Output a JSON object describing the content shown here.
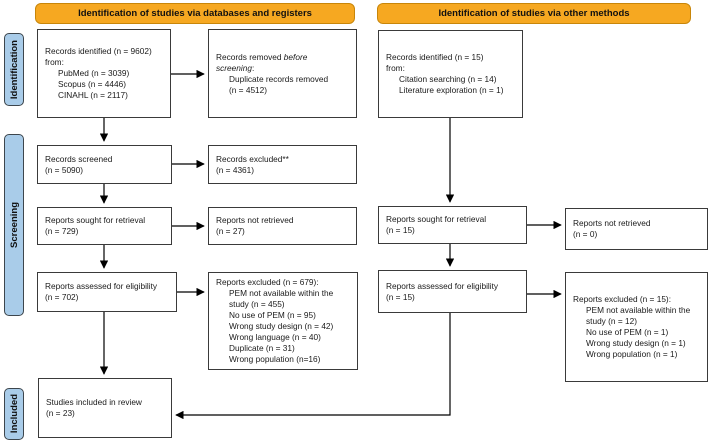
{
  "headers": {
    "left": "Identification of studies via databases and registers",
    "right": "Identification of studies via other methods"
  },
  "sidebar": {
    "items": [
      {
        "label": "Identification"
      },
      {
        "label": "Screening"
      },
      {
        "label": "Included"
      }
    ]
  },
  "colors": {
    "header_fill": "#F6A821",
    "header_border": "#C8860A",
    "sidebar_fill": "#A9CCE9",
    "sidebar_border": "#3D464D",
    "box_border": "#3A3A3A",
    "arrow": "#000000"
  },
  "boxes": {
    "db_records_identified": {
      "lines": [
        {
          "t": "Records identified (n = 9602)"
        },
        {
          "t": "from:"
        },
        {
          "t": "PubMed (n = 3039)",
          "ind": 1
        },
        {
          "t": "Scopus (n = 4446)",
          "ind": 1
        },
        {
          "t": "CINAHL (n = 2117)",
          "ind": 1
        }
      ]
    },
    "records_removed": {
      "lines": [
        {
          "seg": [
            {
              "t": "Records removed "
            },
            {
              "t": "before",
              "i": 1
            }
          ]
        },
        {
          "seg": [
            {
              "t": "screening",
              "i": 1
            },
            {
              "t": ":"
            }
          ]
        },
        {
          "t": "Duplicate records removed",
          "ind": 1
        },
        {
          "t": "(n = 4512)",
          "ind": 1
        }
      ]
    },
    "records_screened": {
      "lines": [
        {
          "t": "Records screened"
        },
        {
          "t": "(n = 5090)"
        }
      ]
    },
    "records_excluded": {
      "lines": [
        {
          "t": "Records excluded**"
        },
        {
          "t": "(n = 4361)"
        }
      ]
    },
    "reports_sought": {
      "lines": [
        {
          "t": "Reports sought for retrieval"
        },
        {
          "t": "(n = 729)"
        }
      ]
    },
    "reports_not_retrieved": {
      "lines": [
        {
          "t": "Reports not retrieved"
        },
        {
          "t": "(n = 27)"
        }
      ]
    },
    "reports_assessed": {
      "lines": [
        {
          "t": "Reports assessed for eligibility"
        },
        {
          "t": "(n = 702)"
        }
      ]
    },
    "reports_excluded": {
      "lines": [
        {
          "t": "Reports excluded (n = 679):"
        },
        {
          "t": "PEM not available within the",
          "ind": 1
        },
        {
          "t": "study (n = 455)",
          "ind": 1
        },
        {
          "t": "No use of PEM (n = 95)",
          "ind": 1
        },
        {
          "t": "Wrong study design (n = 42)",
          "ind": 1
        },
        {
          "t": "Wrong language (n = 40)",
          "ind": 1
        },
        {
          "t": "Duplicate (n = 31)",
          "ind": 1
        },
        {
          "t": "Wrong population (n=16)",
          "ind": 1
        }
      ]
    },
    "studies_included": {
      "lines": [
        {
          "t": "Studies included in review"
        },
        {
          "t": "(n = 23)"
        }
      ]
    },
    "other_records_identified": {
      "lines": [
        {
          "t": "Records identified (n = 15)"
        },
        {
          "t": "from:"
        },
        {
          "t": "Citation searching (n = 14)",
          "ind": 1
        },
        {
          "t": "Literature exploration (n = 1)",
          "ind": 1
        }
      ]
    },
    "other_reports_sought": {
      "lines": [
        {
          "t": "Reports sought for retrieval"
        },
        {
          "t": "(n = 15)"
        }
      ]
    },
    "other_reports_not_retrieved": {
      "lines": [
        {
          "t": "Reports not retrieved"
        },
        {
          "t": "(n = 0)"
        }
      ]
    },
    "other_reports_assessed": {
      "lines": [
        {
          "t": "Reports assessed for eligibility"
        },
        {
          "t": "(n = 15)"
        }
      ]
    },
    "other_reports_excluded": {
      "lines": [
        {
          "t": "Reports excluded (n = 15):"
        },
        {
          "t": "PEM not available within the",
          "ind": 1
        },
        {
          "t": "study (n = 12)",
          "ind": 1
        },
        {
          "t": "No use of PEM (n = 1)",
          "ind": 1
        },
        {
          "t": "Wrong study design (n = 1)",
          "ind": 1
        },
        {
          "t": "Wrong population (n = 1)",
          "ind": 1
        }
      ]
    }
  }
}
